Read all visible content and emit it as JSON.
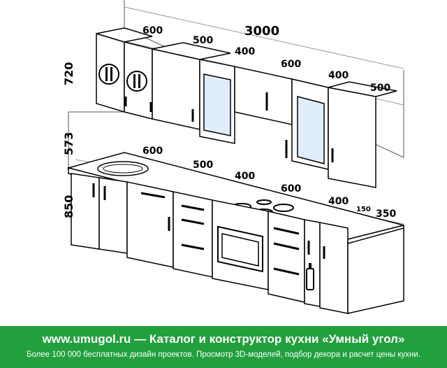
{
  "dimensions": {
    "total_width": "3000",
    "upper_widths": [
      "600",
      "500",
      "400",
      "600",
      "400",
      "500"
    ],
    "counter_widths": [
      "600",
      "500",
      "400",
      "600",
      "400",
      "150",
      "350"
    ],
    "heights": [
      "720",
      "573",
      "850"
    ]
  },
  "footer": {
    "site": "www.umugol.ru",
    "dash": "—",
    "headline": "Каталог и конструктор кухни «Умный угол»",
    "subline": "Более 100 000 бесплатных дизайн проектов. Просмотр 3D-моделей, подбор декора и расчет цены кухни."
  },
  "colors": {
    "footer_bg": "#21a03d",
    "line": "#000000",
    "dimension_line": "#999999"
  }
}
